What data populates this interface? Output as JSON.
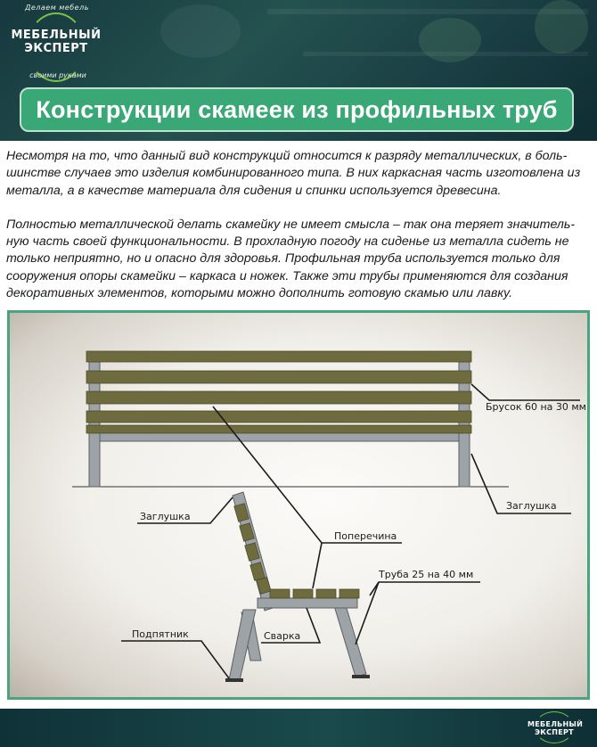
{
  "logo": {
    "top_text": "Делаем мебель",
    "name_line1": "МЕБЕЛЬНЫЙ",
    "name_line2": "ЭКСПЕРТ",
    "bottom_text": "своими руками"
  },
  "title": "Конструкции скамеек из профильных труб",
  "paragraphs": [
    "Несмотря на то, что данный вид конструкций относится к разряду металлических, в боль-шинстве случаев это изделия комбинированного типа. В них каркасная часть изготовлена из металла, а в качестве материала для сидения и спинки используется древесина.",
    "Полностью металлической делать скамейку не имеет смысла – так она теряет значитель-ную часть своей функциональности. В прохладную погоду на сиденье из металла сидеть не только неприятно, но и опасно для здоровья. Профильная труба используется только для сооружения опоры скамейки – каркаса и ножек. Также эти трубы применяются для создания декоративных элементов, которыми можно дополнить готовую скамью или лавку."
  ],
  "diagram": {
    "labels": {
      "bar": "Брусок 60 на 30 мм",
      "plug_right": "Заглушка",
      "plug_left": "Заглушка",
      "crossbar": "Поперечина",
      "pipe": "Труба 25 на 40 мм",
      "foot": "Подпятник",
      "weld": "Сварка"
    },
    "colors": {
      "wood": "#6e6b3f",
      "metal": "#9ea3a7",
      "frame": "#4aa57f"
    }
  },
  "footer_logo": {
    "line1": "МЕБЕЛЬНЫЙ",
    "line2": "ЭКСПЕРТ"
  }
}
